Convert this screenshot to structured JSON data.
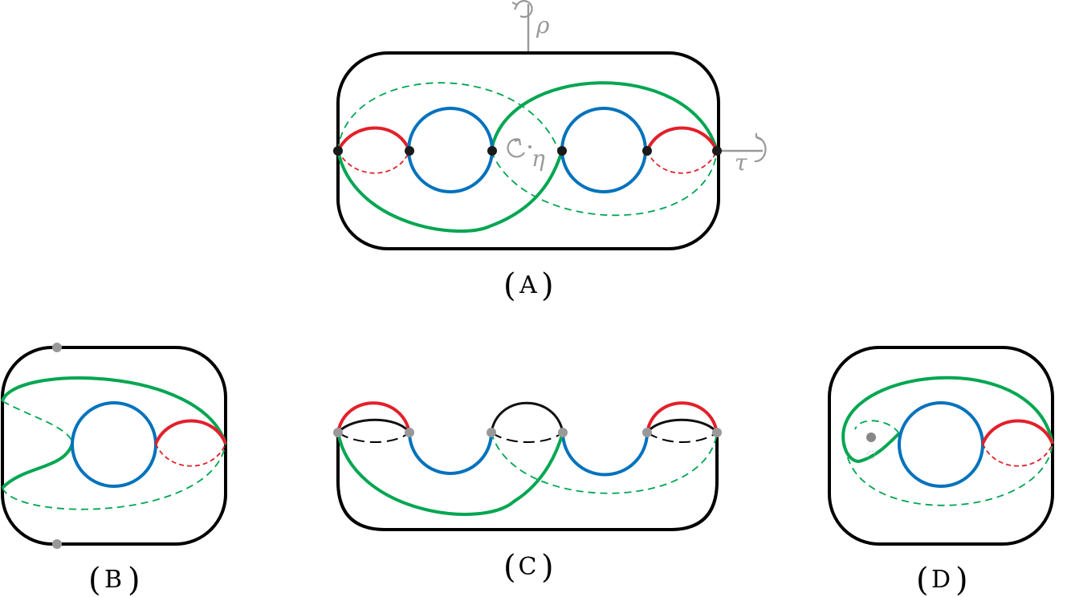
{
  "panels": {
    "a": {
      "label": "A"
    },
    "b": {
      "label": "B"
    },
    "c": {
      "label": "C"
    },
    "d": {
      "label": "D"
    }
  },
  "symbols": {
    "rho": "ρ",
    "eta": "η",
    "tau": "τ"
  },
  "colors": {
    "outline": "#000000",
    "green": "#00a651",
    "blue": "#0072bc",
    "red": "#e2202b",
    "gray": "#999999",
    "vertex": "#1a1a1a"
  }
}
